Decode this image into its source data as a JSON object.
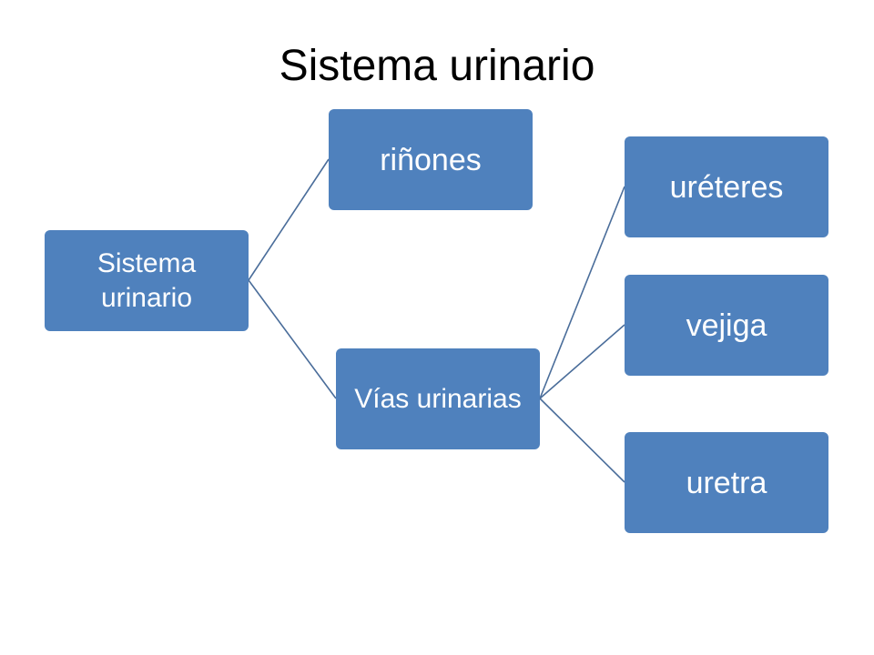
{
  "title": "Sistema urinario",
  "colors": {
    "node_fill": "#4f81bd",
    "connector": "#4a6d9a",
    "text_on_node": "#ffffff"
  },
  "diagram": {
    "root": {
      "label": "Sistema urinario"
    },
    "children": [
      {
        "label": "riñones"
      },
      {
        "label": "Vías urinarias",
        "children": [
          {
            "label": "uréteres"
          },
          {
            "label": "vejiga"
          },
          {
            "label": "uretra"
          }
        ]
      }
    ]
  }
}
